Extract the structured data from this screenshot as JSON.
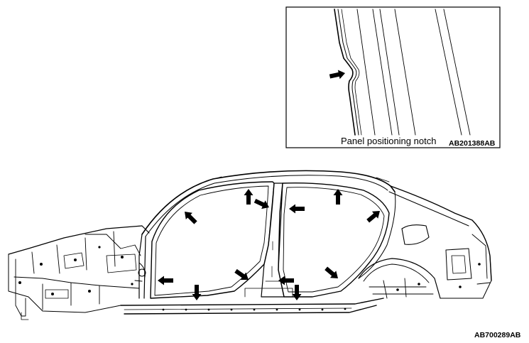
{
  "inset": {
    "caption": "Panel positioning notch",
    "code": "AB201388AB"
  },
  "main": {
    "code": "AB700289AB"
  },
  "icons": {
    "arrow": "arrow-icon"
  },
  "colors": {
    "line": "#000000",
    "background": "#ffffff"
  }
}
